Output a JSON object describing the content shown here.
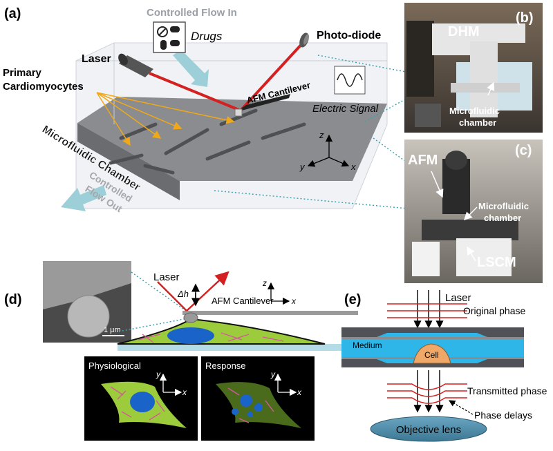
{
  "panel_a": {
    "tag": "(a)",
    "flow_in": "Controlled Flow In",
    "drugs": "Drugs",
    "laser": "Laser",
    "photodiode": "Photo-diode",
    "cells_l1": "Primary",
    "cells_l2": "Cardiomyocytes",
    "cantilever": "AFM Cantilever",
    "signal": "Electric Signal",
    "chamber": "Microfluidic Chamber",
    "flow_out_1": "Controlled",
    "flow_out_2": "Flow Out",
    "axis_z": "z",
    "axis_y": "y",
    "axis_x": "x"
  },
  "panel_b": {
    "tag": "(b)",
    "instrument": "DHM",
    "chamber_1": "Microfluidic",
    "chamber_2": "chamber"
  },
  "panel_c": {
    "tag": "(c)",
    "afm": "AFM",
    "chamber_1": "Microfluidic",
    "chamber_2": "chamber",
    "lscm": "LSCM"
  },
  "panel_d": {
    "tag": "(d)",
    "scale": "1 μm",
    "laser": "Laser",
    "dh": "Δh",
    "axis_z": "z",
    "axis_x": "x",
    "cantilever": "AFM Cantilever",
    "physiological": "Physiological",
    "response": "Response",
    "axis_y": "y"
  },
  "panel_e": {
    "tag": "(e)",
    "laser": "Laser",
    "original": "Original phase",
    "medium": "Medium",
    "cell": "Cell",
    "transmitted": "Transmitted phase",
    "delays": "Phase delays",
    "objective": "Objective lens"
  },
  "colors": {
    "laser_red": "#d42020",
    "cell_green": "#9ccc3c",
    "nucleus_blue": "#1a63c8",
    "medium_blue": "#2fb6e8",
    "fiber_pink": "#d25a9a",
    "lens_blue": "#4a8aa8",
    "flow_arrow": "#9ccfd8"
  }
}
